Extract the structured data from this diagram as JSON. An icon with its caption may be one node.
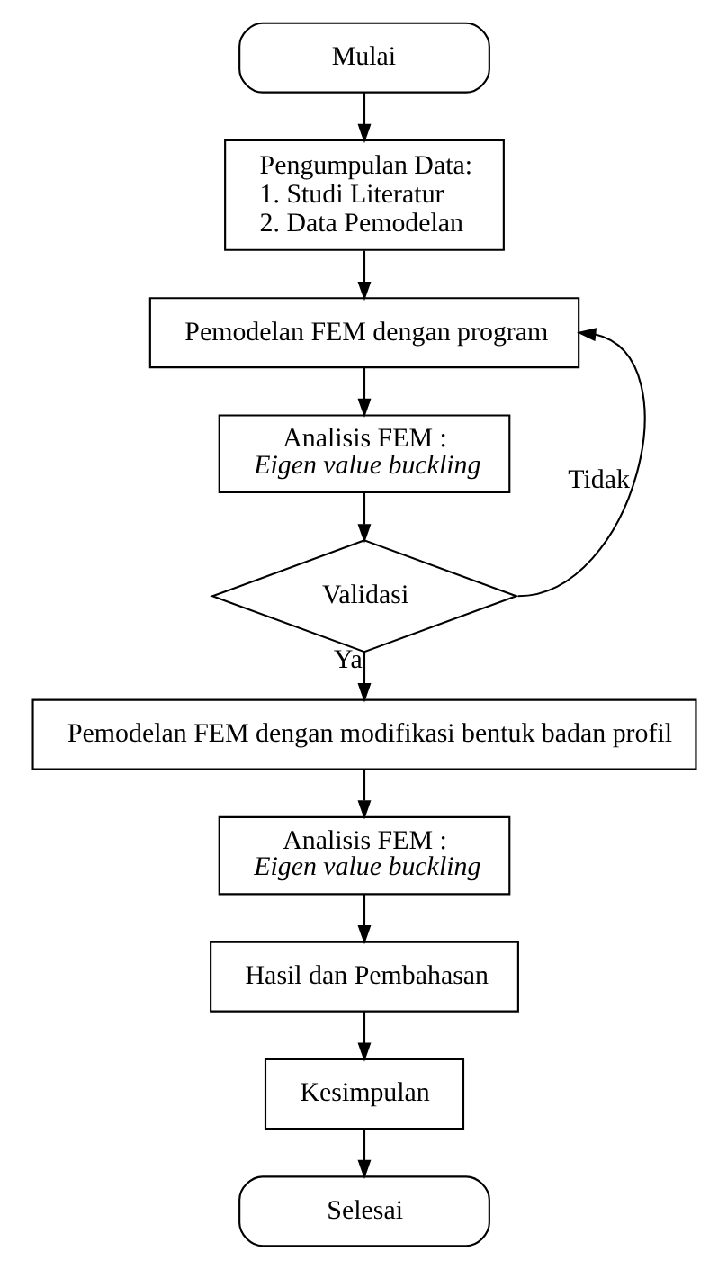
{
  "diagram": {
    "nodes": [
      {
        "text": [
          "Mulai"
        ]
      },
      {
        "text": [
          "Pengumpulan Data:",
          "1. Studi Literatur",
          "2. Data Pemodelan"
        ]
      },
      {
        "text": [
          "Pemodelan FEM dengan program"
        ]
      },
      {
        "text": [
          "Analisis FEM :",
          "Eigen value buckling"
        ]
      },
      {
        "text": [
          "Validasi"
        ]
      },
      {
        "text": [
          "Pemodelan FEM dengan modifikasi bentuk badan profil"
        ]
      },
      {
        "text": [
          "Analisis FEM :",
          "Eigen value buckling"
        ]
      },
      {
        "text": [
          "Hasil dan Pembahasan"
        ]
      },
      {
        "text": [
          "Kesimpulan"
        ]
      },
      {
        "text": [
          "Selesai"
        ]
      }
    ],
    "edges": [
      {
        "from": 0,
        "to": 1,
        "arrow": "to"
      },
      {
        "from": 1,
        "to": 2,
        "arrow": "to"
      },
      {
        "from": 2,
        "to": 3,
        "arrow": "to"
      },
      {
        "from": 3,
        "to": 4,
        "arrow": "to"
      },
      {
        "from": 4,
        "to": 2,
        "arrow": "to",
        "label": "Tidak"
      },
      {
        "from": 4,
        "to": 5,
        "arrow": "to",
        "label": "Ya"
      },
      {
        "from": 5,
        "to": 6,
        "arrow": "to"
      },
      {
        "from": 6,
        "to": 7,
        "arrow": "to"
      },
      {
        "from": 7,
        "to": 8,
        "arrow": "to"
      },
      {
        "from": 8,
        "to": 9,
        "arrow": "to"
      }
    ]
  }
}
